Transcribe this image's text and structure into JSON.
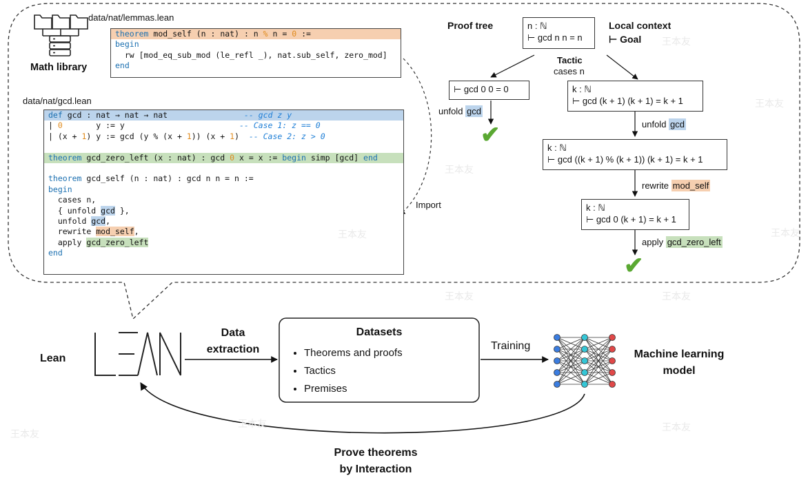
{
  "lemmas_file": "data/nat/lemmas.lean",
  "math_library_label": "Math library",
  "lemmas_code": [
    "theorem mod_self (n : nat) : n % n = 0 :=",
    "begin",
    "  rw [mod_eq_sub_mod (le_refl _), nat.sub_self, zero_mod]",
    "end"
  ],
  "gcd_file": "data/nat/gcd.lean",
  "gcd_code": [
    "def gcd : nat → nat → nat                -- gcd z y",
    "| 0       y := y                        -- Case 1: z == 0",
    "| (x + 1) y := gcd (y % (x + 1)) (x + 1)  -- Case 2: z > 0",
    "",
    "theorem gcd_zero_left (x : nat) : gcd 0 x = x := begin simp [gcd] end",
    "",
    "theorem gcd_self (n : nat) : gcd n n = n :=",
    "begin",
    "  cases n,",
    "  { unfold gcd },",
    "  unfold gcd,",
    "  rewrite mod_self,",
    "  apply gcd_zero_left",
    "end"
  ],
  "import_label": "Import",
  "proof_tree_label": "Proof tree",
  "local_context_label": "Local context",
  "goal_label": "⊢ Goal",
  "tactic_label": "Tactic",
  "nodes": {
    "root": [
      "n : ℕ",
      "⊢ gcd n n = n"
    ],
    "zero": [
      "⊢ gcd 0 0 = 0"
    ],
    "succ": [
      "k : ℕ",
      "⊢ gcd (k + 1) (k + 1) = k + 1"
    ],
    "mod": [
      "k : ℕ",
      "⊢  gcd ((k + 1) % (k + 1)) (k + 1) = k + 1"
    ],
    "final": [
      "k : ℕ",
      "⊢ gcd 0 (k + 1) = k + 1"
    ]
  },
  "tactics": {
    "cases": "cases n",
    "unfold_word": "unfold",
    "unfold_arg": "gcd",
    "rewrite_word": "rewrite",
    "rewrite_arg": "mod_self",
    "apply_word": "apply",
    "apply_arg": "gcd_zero_left"
  },
  "pipeline": {
    "lean_label": "Lean",
    "data_extraction": [
      "Data",
      "extraction"
    ],
    "datasets_title": "Datasets",
    "datasets_items": [
      "Theorems and proofs",
      "Tactics",
      "Premises"
    ],
    "training_label": "Training",
    "ml_model": [
      "Machine learning",
      "model"
    ],
    "prove": [
      "Prove theorems",
      "by Interaction"
    ]
  },
  "watermark": "王本友",
  "colors": {
    "highlight_blue": "#bcd4ec",
    "highlight_orange": "#f6cfb0",
    "highlight_green": "#c7e0bc",
    "keyword": "#1a6fb0",
    "check_green": "#5aa832",
    "nn_blue": "#3b7de0",
    "nn_cyan": "#35c6d6",
    "nn_red": "#e04848"
  }
}
